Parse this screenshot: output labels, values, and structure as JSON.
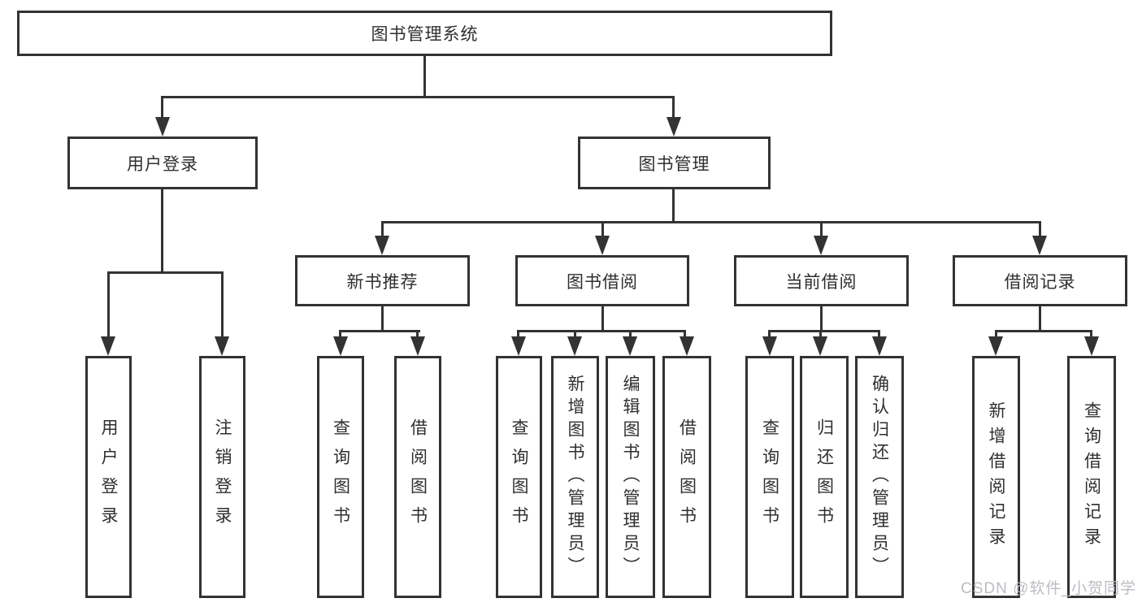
{
  "diagram": {
    "root": {
      "label": "图书管理系统"
    },
    "branches": [
      {
        "label": "用户登录",
        "children": [
          {
            "label": "用户登录"
          },
          {
            "label": "注销登录"
          }
        ]
      },
      {
        "label": "图书管理",
        "children": [
          {
            "label": "新书推荐",
            "children": [
              {
                "label": "查询图书"
              },
              {
                "label": "借阅图书"
              }
            ]
          },
          {
            "label": "图书借阅",
            "children": [
              {
                "label": "查询图书"
              },
              {
                "label": "新增图书（管理员）"
              },
              {
                "label": "编辑图书（管理员）"
              },
              {
                "label": "借阅图书"
              }
            ]
          },
          {
            "label": "当前借阅",
            "children": [
              {
                "label": "查询图书"
              },
              {
                "label": "归还图书"
              },
              {
                "label": "确认归还（管理员）"
              }
            ]
          },
          {
            "label": "借阅记录",
            "children": [
              {
                "label": "新增借阅记录"
              },
              {
                "label": "查询借阅记录"
              }
            ]
          }
        ]
      }
    ]
  },
  "watermark": {
    "text": "CSDN @软件_小贺同学"
  },
  "colors": {
    "line": "#333333",
    "text": "#2f2f2f",
    "background": "#ffffff",
    "watermark": "#b9b9c0"
  }
}
